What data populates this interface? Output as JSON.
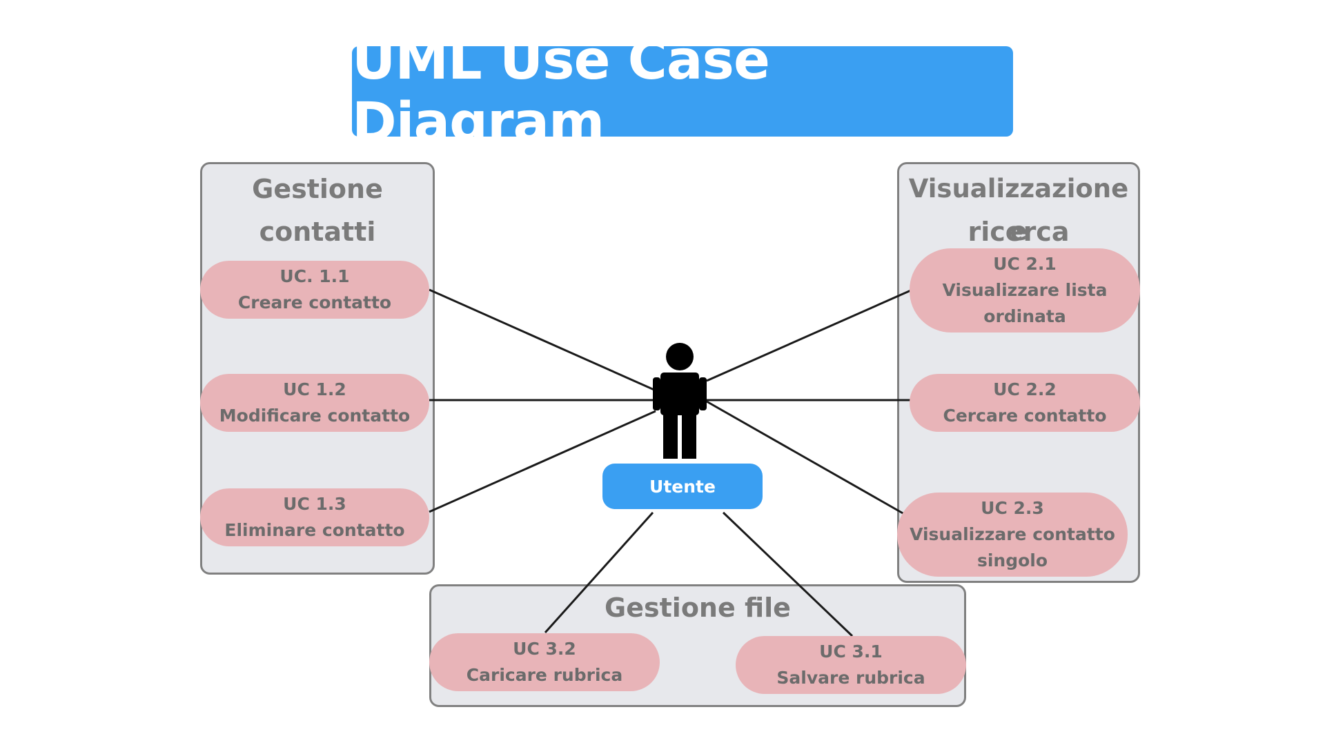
{
  "title": "UML Use Case Diagram",
  "actor": {
    "name": "Utente",
    "icon": "person-icon"
  },
  "colors": {
    "accent": "#3a9ff2",
    "package_fill": "#e7e8ec",
    "package_border": "#808080",
    "usecase_fill": "#e8b4b8",
    "usecase_text": "#6b6b6b",
    "connector": "#1a1a1a"
  },
  "packages": {
    "gestione_contatti": {
      "title_line1": "Gestione",
      "title_line2": "contatti",
      "usecases": [
        {
          "id": "UC. 1.1",
          "label_lines": [
            "Creare contatto"
          ]
        },
        {
          "id": "UC 1.2",
          "label_lines": [
            "Modificare contatto"
          ]
        },
        {
          "id": "UC 1.3",
          "label_lines": [
            "Eliminare contatto"
          ]
        }
      ]
    },
    "visualizzazione_ricerca": {
      "title_line1": "Visualizzazione e",
      "title_line2": "ricerca",
      "usecases": [
        {
          "id": "UC 2.1",
          "label_lines": [
            "Visualizzare lista",
            "ordinata"
          ]
        },
        {
          "id": "UC 2.2",
          "label_lines": [
            "Cercare contatto"
          ]
        },
        {
          "id": "UC 2.3",
          "label_lines": [
            "Visualizzare contatto",
            "singolo"
          ]
        }
      ]
    },
    "gestione_file": {
      "title": "Gestione file",
      "usecases": [
        {
          "id": "UC 3.2",
          "label_lines": [
            "Caricare rubrica"
          ]
        },
        {
          "id": "UC 3.1",
          "label_lines": [
            "Salvare rubrica"
          ]
        }
      ]
    }
  }
}
